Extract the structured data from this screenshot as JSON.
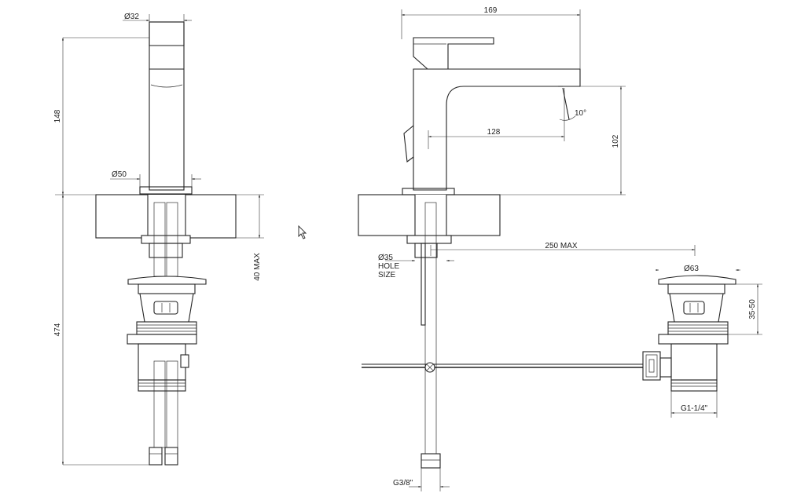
{
  "labels": {
    "dia32": "Ø32",
    "dia50": "Ø50",
    "h148": "148",
    "h474": "474",
    "max40": "40 MAX",
    "w169": "169",
    "w128": "128",
    "angle10": "10°",
    "h102": "102",
    "max250": "250 MAX",
    "dia35": "Ø35",
    "hole": "HOLE",
    "size": "SIZE",
    "dia63": "Ø63",
    "r3550": "35-50",
    "g114": "G1-1/4\"",
    "g38": "G3/8\""
  },
  "icons": {
    "cursor": "mouse-pointer-icon"
  },
  "colors": {
    "line": "#222222",
    "background": "#ffffff"
  }
}
